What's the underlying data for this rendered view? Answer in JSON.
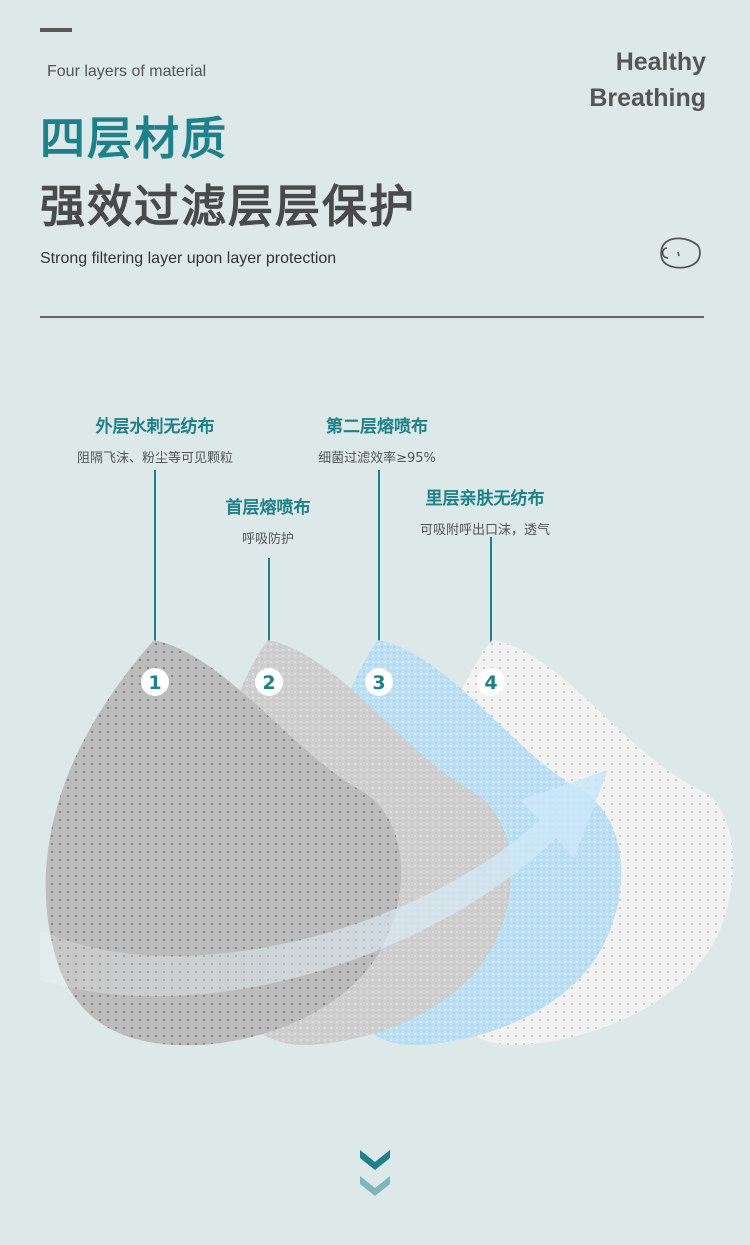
{
  "header": {
    "subtitle": "Four layers of material",
    "headline_1": "四层材质",
    "headline_2": "强效过滤层层保护",
    "description": "Strong filtering layer upon layer protection",
    "brand_line_1": "Healthy",
    "brand_line_2": "Breathing"
  },
  "layers": [
    {
      "number": "1",
      "title": "外层水刺无纺布",
      "subtitle": "阻隔飞沫、粉尘等可见颗粒"
    },
    {
      "number": "2",
      "title": "首层熔喷布",
      "subtitle": "呼吸防护"
    },
    {
      "number": "3",
      "title": "第二层熔喷布",
      "subtitle": "细菌过滤效率≥95%"
    },
    {
      "number": "4",
      "title": "里层亲肤无纺布",
      "subtitle": "可吸附呼出口沫，透气"
    }
  ],
  "colors": {
    "background": "#dde9e9",
    "accent": "#1e8088",
    "text_dark": "#4a4a4a",
    "layer_1": "#bcbcbc",
    "layer_2": "#cfcfcf",
    "layer_3": "#bcdff3",
    "layer_4": "#f2f2f2"
  },
  "icons": [
    "mask-icon",
    "arrow-icon",
    "chevron-down-icon"
  ]
}
